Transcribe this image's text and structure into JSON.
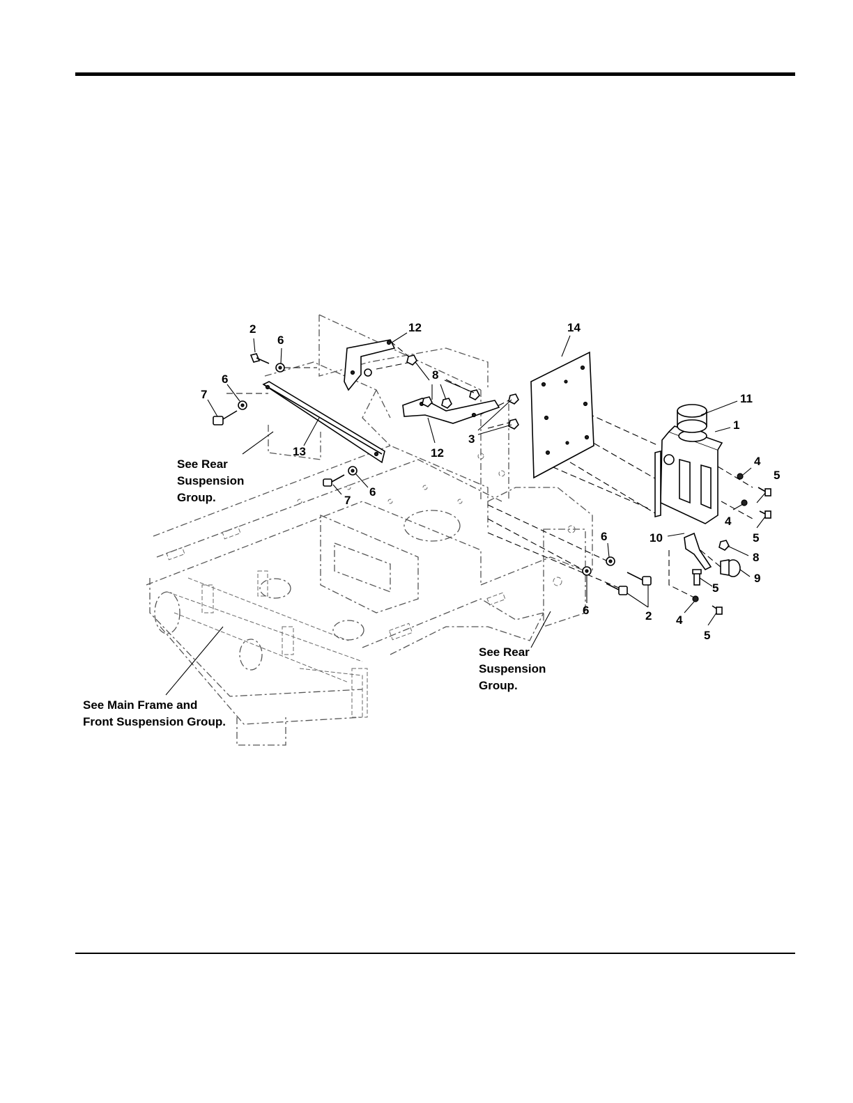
{
  "callouts": [
    {
      "id": "c2a",
      "text": "2"
    },
    {
      "id": "c6a",
      "text": "6"
    },
    {
      "id": "c12a",
      "text": "12"
    },
    {
      "id": "c14",
      "text": "14"
    },
    {
      "id": "c6b",
      "text": "6"
    },
    {
      "id": "c7a",
      "text": "7"
    },
    {
      "id": "c8a",
      "text": "8"
    },
    {
      "id": "c11",
      "text": "11"
    },
    {
      "id": "c1",
      "text": "1"
    },
    {
      "id": "c3",
      "text": "3"
    },
    {
      "id": "c13",
      "text": "13"
    },
    {
      "id": "c12b",
      "text": "12"
    },
    {
      "id": "c4a",
      "text": "4"
    },
    {
      "id": "c5a",
      "text": "5"
    },
    {
      "id": "c7b",
      "text": "7"
    },
    {
      "id": "c6c",
      "text": "6"
    },
    {
      "id": "c4b",
      "text": "4"
    },
    {
      "id": "c5b",
      "text": "5"
    },
    {
      "id": "c6d",
      "text": "6"
    },
    {
      "id": "c10",
      "text": "10"
    },
    {
      "id": "c8b",
      "text": "8"
    },
    {
      "id": "c9",
      "text": "9"
    },
    {
      "id": "c5c",
      "text": "5"
    },
    {
      "id": "c6e",
      "text": "6"
    },
    {
      "id": "c2b",
      "text": "2"
    },
    {
      "id": "c4c",
      "text": "4"
    },
    {
      "id": "c5d",
      "text": "5"
    }
  ],
  "notes": {
    "rear_suspension_left": [
      "See Rear",
      "Suspension",
      "Group."
    ],
    "rear_suspension_right": [
      "See Rear",
      "Suspension",
      "Group."
    ],
    "main_frame": [
      "See Main Frame and",
      "Front Suspension Group."
    ]
  }
}
